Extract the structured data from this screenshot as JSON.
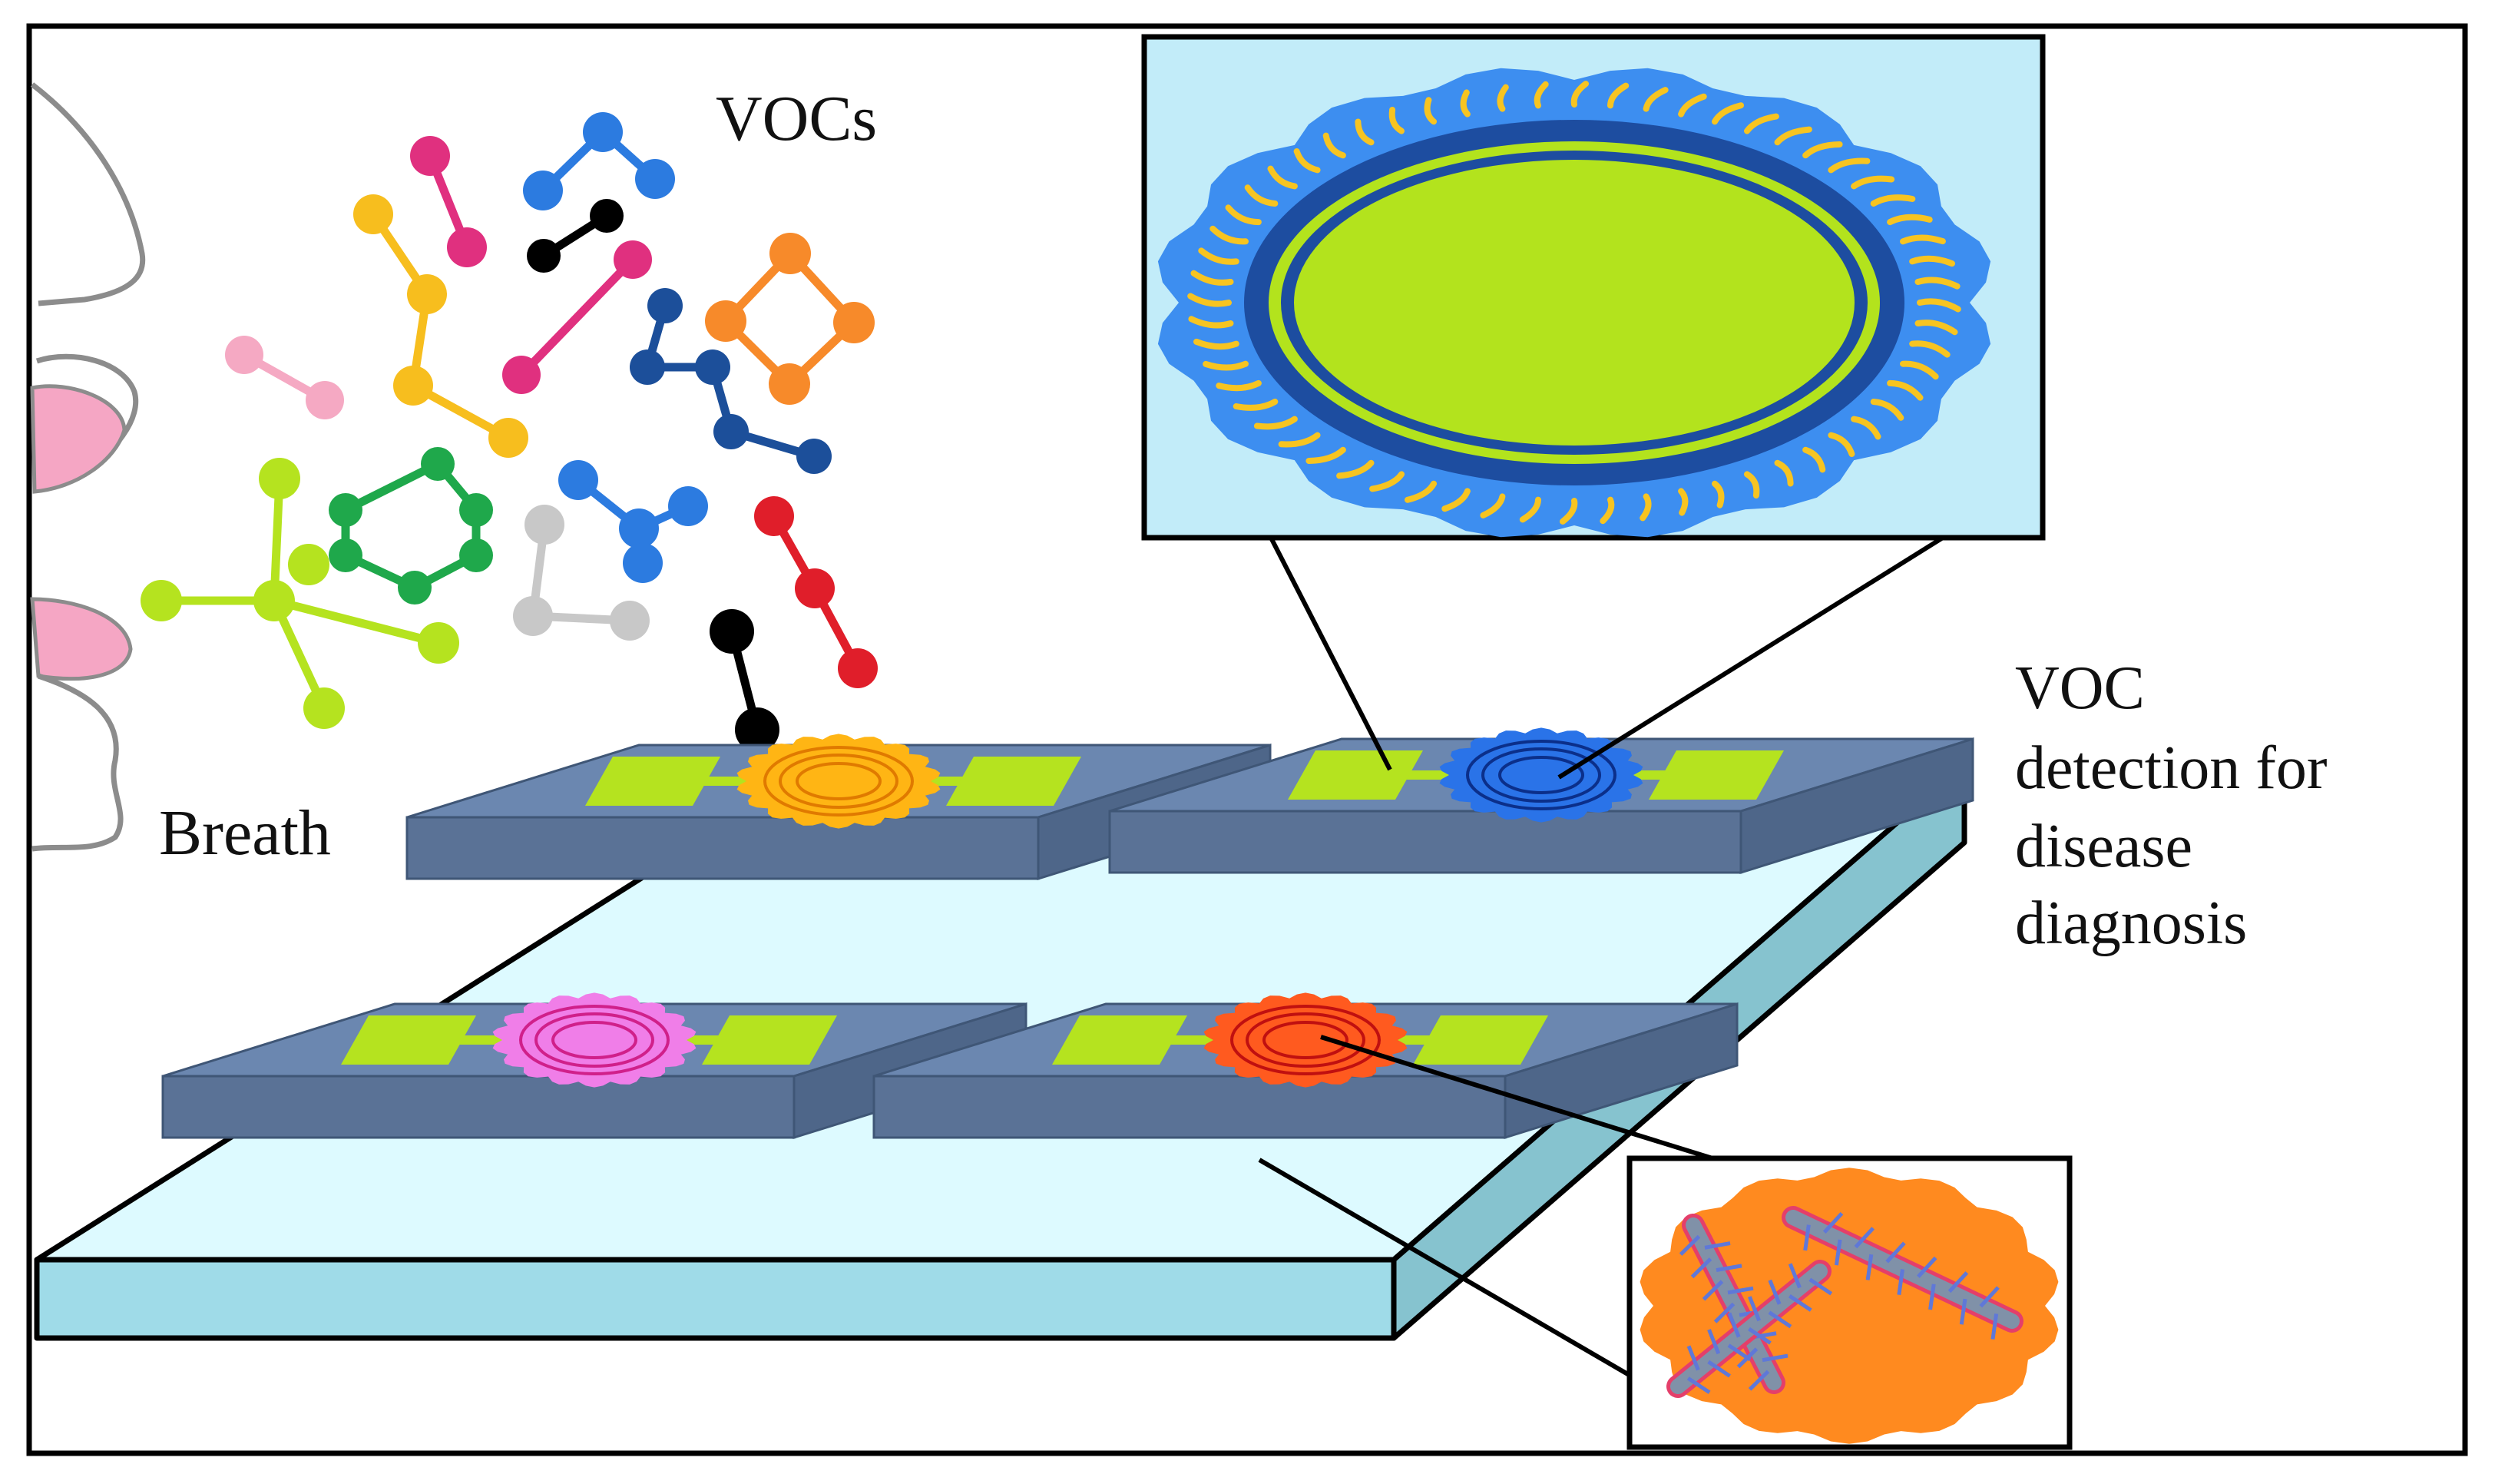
{
  "labels": {
    "vocs": "VOCs",
    "breath": "Breath",
    "detection_line1": "VOC",
    "detection_line2": "detection for",
    "detection_line3": "disease",
    "detection_line4": "diagnosis"
  },
  "colors": {
    "border": "#000000",
    "platform_top": "#ddfaff",
    "platform_front": "#9fdbe8",
    "platform_side": "#86c3cf",
    "chip_top": "#6b87b0",
    "chip_front": "#5a7296",
    "chip_side": "#4e6689",
    "electrode": "#b5e31f",
    "sensor_orange": "#ffb514",
    "sensor_blue": "#2a73e8",
    "sensor_pink": "#f07ee8",
    "sensor_red": "#ff5a1f",
    "inset_bg_top": "#c2ecf9",
    "inset_blob": "#3d8ef0",
    "inset_ring": "#1d4da0",
    "inset_core": "#b3e31d",
    "inset_hair": "#f7c421",
    "inset_bottom_blob": "#ff8a1f",
    "fiber": "#8091a8",
    "fiber_edge": "#e43f6a"
  },
  "icons": [
    "face-profile-icon",
    "molecule-icon",
    "sensor-chip-icon",
    "nanoparticle-icon",
    "nanofiber-icon"
  ]
}
